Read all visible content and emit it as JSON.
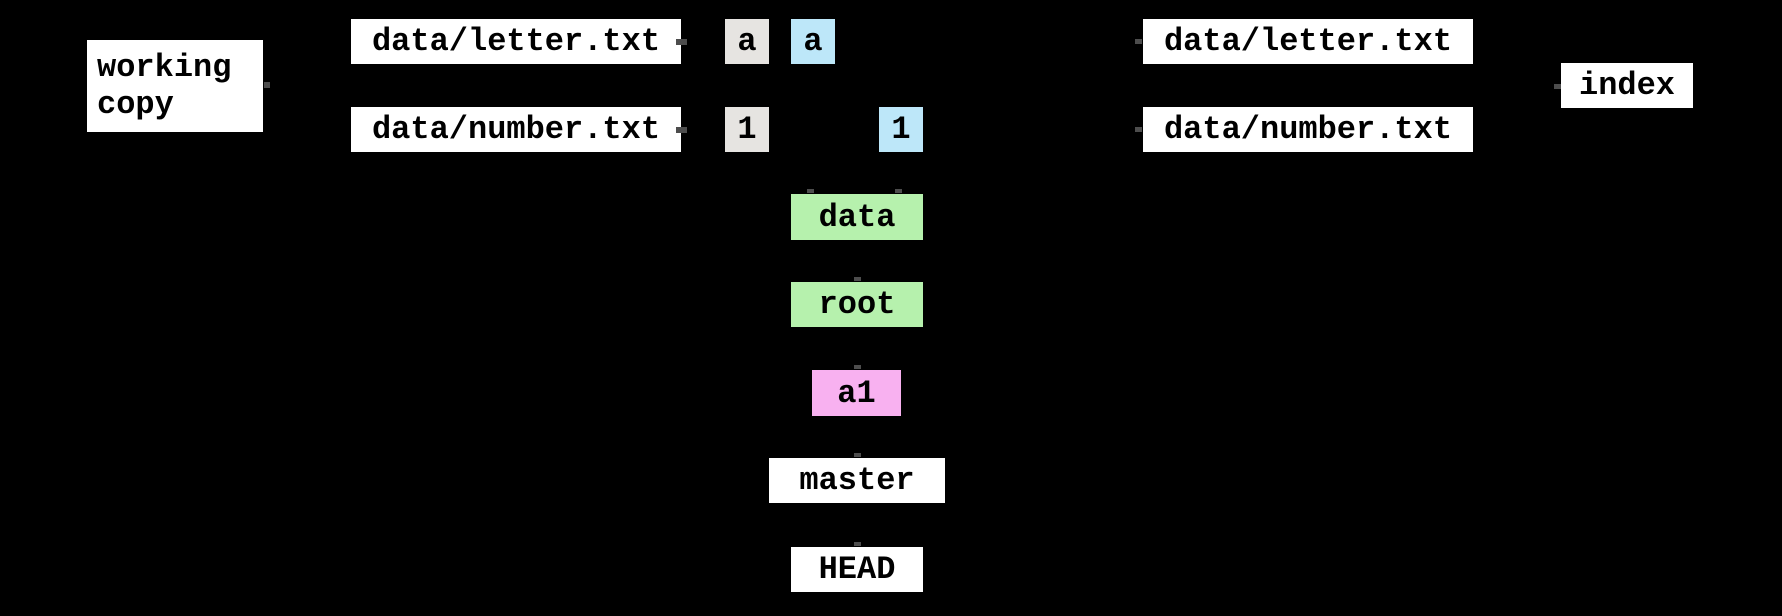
{
  "colors": {
    "background": "#000000",
    "box_white": "#ffffff",
    "box_gray": "#e6e4e1",
    "box_blue": "#bde7f9",
    "box_green": "#b6f1ad",
    "box_pink": "#f8b1f0",
    "label_text": "#000000",
    "connector_mark": "#4d4d4d"
  },
  "labels": {
    "working_copy_line1": "working",
    "working_copy_line2": "copy",
    "file_letter_left": "data/letter.txt",
    "file_number_left": "data/number.txt",
    "wc_letter_value": "a",
    "wc_number_value": "1",
    "blob_letter_value": "a",
    "blob_number_value": "1",
    "tree_data": "data",
    "tree_root": "root",
    "commit_a1": "a1",
    "branch_master": "master",
    "head_ref": "HEAD",
    "file_letter_right": "data/letter.txt",
    "file_number_right": "data/number.txt",
    "index_label": "index"
  }
}
